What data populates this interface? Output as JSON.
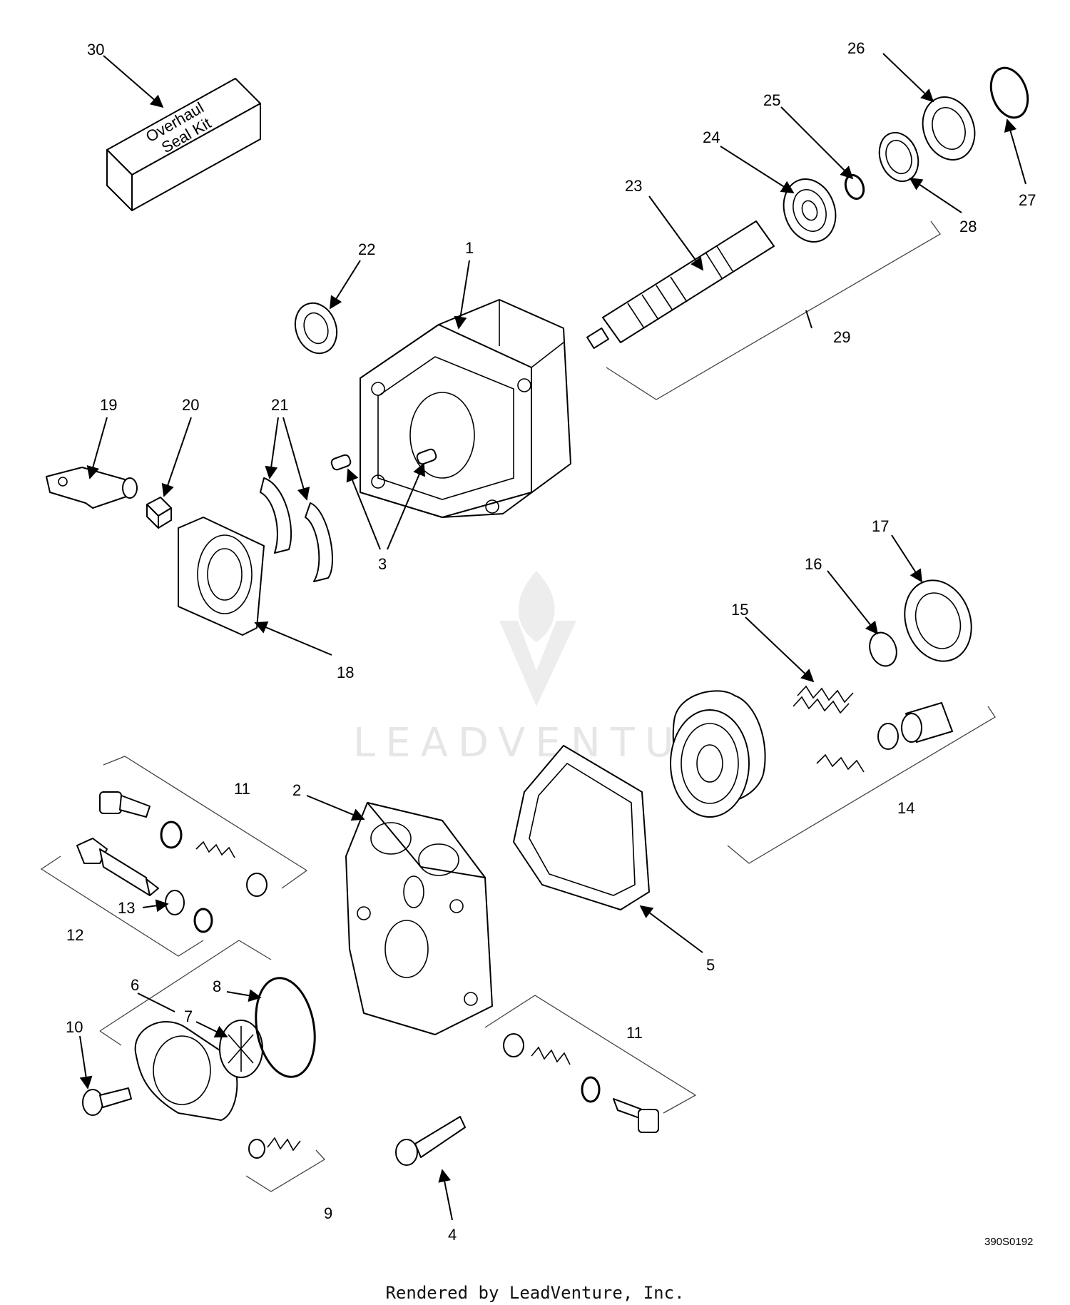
{
  "callouts": [
    "1",
    "2",
    "3",
    "4",
    "5",
    "6",
    "7",
    "8",
    "9",
    "10",
    "11",
    "12",
    "13",
    "14",
    "15",
    "16",
    "17",
    "18",
    "19",
    "20",
    "21",
    "22",
    "23",
    "24",
    "25",
    "26",
    "27",
    "28",
    "29",
    "30"
  ],
  "seal_kit": {
    "line1": "Overhaul",
    "line2": "Seal Kit"
  },
  "drawing_number": "390S0192",
  "watermark": "LEADVENTURE",
  "footer": "Rendered by LeadVenture, Inc.",
  "colors": {
    "ink": "#000000",
    "watermark": "#e4e4e4",
    "background": "#ffffff"
  }
}
